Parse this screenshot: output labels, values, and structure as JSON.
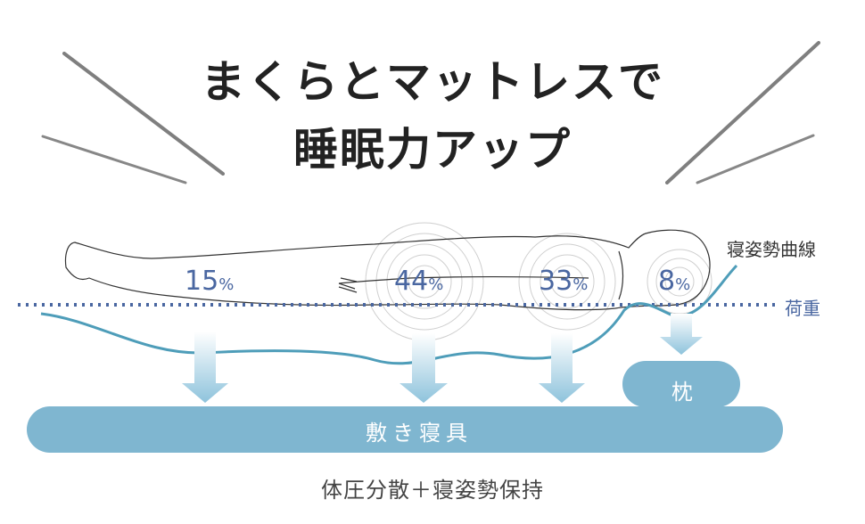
{
  "title": {
    "line1": "まくらとマットレスで",
    "line2": "睡眠力アップ"
  },
  "labels": {
    "posture_curve": "寝姿勢曲線",
    "load": "荷重",
    "mattress": "敷き寝具",
    "pillow": "枕",
    "footer": "体圧分散＋寝姿勢保持"
  },
  "pressure": [
    {
      "part": "legs",
      "value": "15",
      "unit": "%"
    },
    {
      "part": "hips",
      "value": "44",
      "unit": "%"
    },
    {
      "part": "chest",
      "value": "33",
      "unit": "%"
    },
    {
      "part": "head",
      "value": "8",
      "unit": "%"
    }
  ],
  "colors": {
    "bed": "#7fb6d0",
    "curve": "#4e9db9",
    "load_line": "#4a67a1",
    "arrow": "#a9d1e3",
    "text_dark": "#222222"
  }
}
